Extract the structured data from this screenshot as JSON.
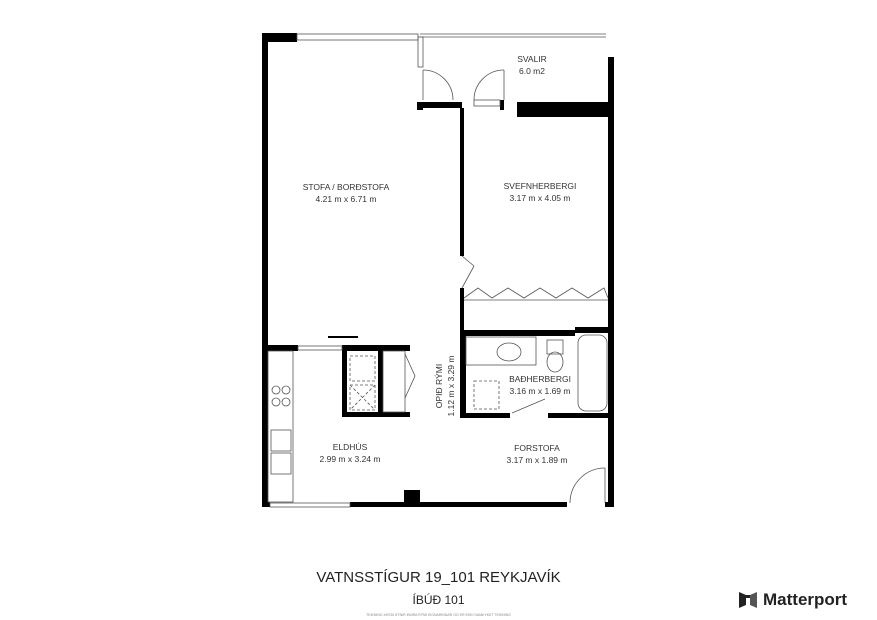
{
  "rooms": {
    "svalir": {
      "name": "SVALIR",
      "size": "6.0 m2"
    },
    "stofa": {
      "name": "STOFA / BORÐSTOFA",
      "size": "4.21 m x 6.71 m"
    },
    "svefnherbergi": {
      "name": "SVEFNHERBERGI",
      "size": "3.17 m x 4.05 m"
    },
    "badherbergi": {
      "name": "BAÐHERBERGI",
      "size": "3.16 m x 1.69 m"
    },
    "opid_rymi": {
      "name": "OPIÐ RÝMI",
      "size": "1.12 m x 3.29 m"
    },
    "eldhus": {
      "name": "ELDHÚS",
      "size": "2.99 m x 3.24 m"
    },
    "forstofa": {
      "name": "FORSTOFA",
      "size": "3.17 m x 1.89 m"
    }
  },
  "footer": {
    "address": "VATNSSTÍGUR 19_101 REYKJAVÍK",
    "unit": "ÍBÚÐ 101",
    "disclaimer": "TEIKNING ÞESSI SÝNIR INNRA RÝMI EIGNARINNAR OG ER EKKI SAMÞYKKT TEIKNING",
    "brand": "Matterport"
  },
  "colors": {
    "wall": "#000000",
    "line": "#555555",
    "text": "#333333"
  }
}
